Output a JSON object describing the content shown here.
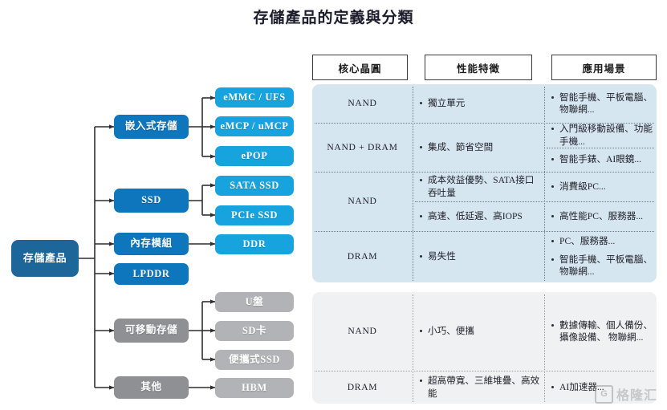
{
  "title": "存儲產品的定義與分類",
  "tree": {
    "root": {
      "label": "存儲產品"
    },
    "branches": [
      {
        "label": "嵌入式存儲",
        "style": "blue",
        "children": [
          {
            "label": "eMMC / UFS"
          },
          {
            "label": "eMCP / uMCP"
          },
          {
            "label": "ePOP"
          }
        ]
      },
      {
        "label": "SSD",
        "style": "blue",
        "children": [
          {
            "label": "SATA SSD"
          },
          {
            "label": "PCIe SSD"
          }
        ]
      },
      {
        "label": "內存模組",
        "style": "blue",
        "children": [
          {
            "label": "DDR"
          }
        ]
      },
      {
        "label": "LPDDR",
        "style": "blue",
        "children": []
      },
      {
        "label": "可移動存儲",
        "style": "gray",
        "children": [
          {
            "label": "U盤"
          },
          {
            "label": "SD卡"
          },
          {
            "label": "便攜式SSD"
          }
        ]
      },
      {
        "label": "其他",
        "style": "gray",
        "children": [
          {
            "label": "HBM"
          }
        ]
      }
    ]
  },
  "table": {
    "headers": [
      {
        "label": "核心晶圓"
      },
      {
        "label": "性能特徵"
      },
      {
        "label": "應用場景"
      }
    ],
    "rows": [
      {
        "chip": "NAND",
        "features": [
          "獨立單元"
        ],
        "applications": [
          "智能手機、平板電腦、物聯網..."
        ]
      },
      {
        "chip": "NAND + DRAM",
        "features": [
          "集成、節省空間"
        ],
        "applications": [
          "入門級移動設備、功能手機...",
          "智能手錶、AI眼鏡..."
        ]
      },
      {
        "chip": "NAND",
        "features": [
          "成本效益優勢、SATA接口吞吐量",
          "高速、低延遲、高IOPS"
        ],
        "applications": [
          "消費級PC...",
          "高性能PC、服務器..."
        ]
      },
      {
        "chip": "DRAM",
        "features": [
          "易失性"
        ],
        "applications": [
          "PC、服務器...",
          "智能手機、平板電腦、物聯網..."
        ]
      },
      {
        "chip": "NAND",
        "features": [
          "小巧、便攜"
        ],
        "applications": [
          "數據傳輸、個人備份、攝像設備、 物聯網..."
        ]
      },
      {
        "chip": "DRAM",
        "features": [
          "超高帶寬、三維堆疊、高效能"
        ],
        "applications": [
          "AI加速器..."
        ]
      }
    ]
  },
  "watermark": {
    "logo_glyph": "G",
    "text": "格隆汇"
  },
  "colors": {
    "root": "#1c6699",
    "level2_blue": "#0d76bd",
    "level3_blue": "#17a3de",
    "level2_gray": "#8f9093",
    "level3_gray": "#b2b3b6",
    "panel_blue": "#d6e6f0",
    "panel_gray": "#f0f1f2"
  }
}
